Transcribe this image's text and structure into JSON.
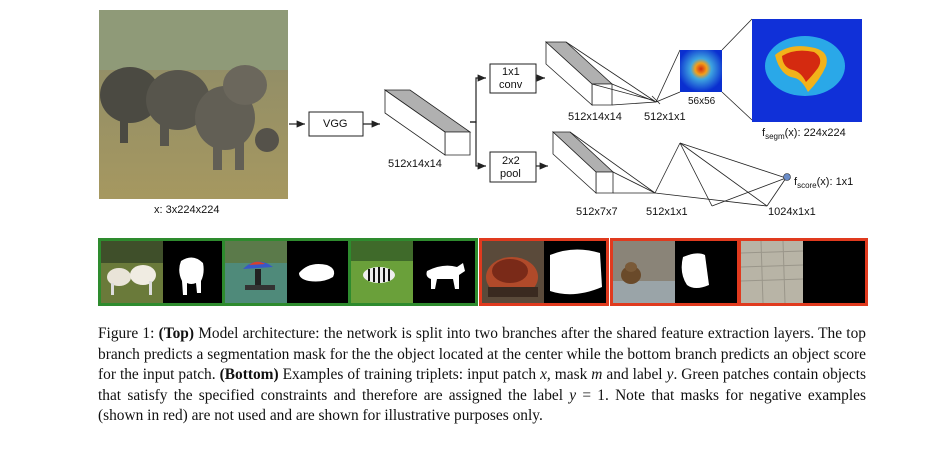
{
  "figure": {
    "input_label": "x: 3x224x224",
    "vgg_label": "VGG",
    "vgg_out": "512x14x14",
    "conv_label_1": "1x1",
    "conv_label_2": "conv",
    "pool_label_1": "2x2",
    "pool_label_2": "pool",
    "top_block": "512x14x14",
    "top_fc": "512x1x1",
    "mask_small": "56x56",
    "segm_label_prefix": "f",
    "segm_label_sub": "segm",
    "segm_label_suffix": "(x): 224x224",
    "bottom_block": "512x7x7",
    "bottom_fc": "512x1x1",
    "bottom_fc2": "1024x1x1",
    "score_label_prefix": "f",
    "score_label_sub": "score",
    "score_label_suffix": "(x): 1x1"
  },
  "examples": [
    {
      "subject": "sheep",
      "label": "positive",
      "border_color": "#2e8b2e"
    },
    {
      "subject": "person with umbrella",
      "label": "positive",
      "border_color": "#2e8b2e"
    },
    {
      "subject": "zebra",
      "label": "positive",
      "border_color": "#2e8b2e"
    },
    {
      "subject": "bag",
      "label": "negative",
      "border_color": "#e03a1e"
    },
    {
      "subject": "bear in water",
      "label": "negative",
      "border_color": "#e03a1e"
    },
    {
      "subject": "ground",
      "label": "negative",
      "border_color": "#e03a1e"
    }
  ],
  "caption": {
    "fig_num": "Figure 1: ",
    "top_bold": "(Top)",
    "t1": " Model architecture: the network is split into two branches after the shared feature extraction layers. The top branch predicts a segmentation mask for the the object located at the center while the bottom branch predicts an object score for the input patch. ",
    "bottom_bold": "(Bottom)",
    "t2": " Examples of training triplets: input patch ",
    "x": "x",
    "t3": ", mask ",
    "m": "m",
    "t4": " and label ",
    "y": "y",
    "t5": ". Green patches contain objects that satisfy the specified constraints and therefore are assigned the label ",
    "y_eq": "y",
    "t6": " = 1. Note that masks for negative examples (shown in red) are not used and are shown for illustrative purposes only."
  }
}
